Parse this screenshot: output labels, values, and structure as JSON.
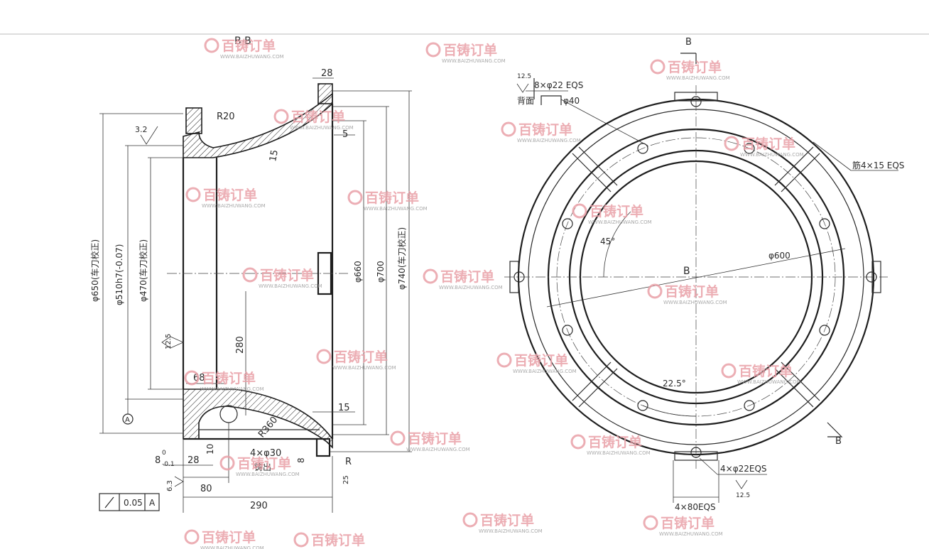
{
  "section": {
    "title": "B-B",
    "dims": {
      "top_width": "28",
      "fillet": "R20",
      "flange_gap": "5",
      "wall": "15",
      "rough_top": "3.2",
      "d650": "φ650(车刀校正)",
      "d510": "φ510h7(-0.07)",
      "d470": "φ470(车刀校正)",
      "d660": "φ660",
      "d700": "φ700",
      "d740": "φ740(车刀校正)",
      "h280": "280",
      "rough_side": "12.5",
      "w68": "68",
      "w15": "15",
      "arc": "R360",
      "holes": "4×φ30",
      "cast": "铸出",
      "w10": "10",
      "w8": "8",
      "flange_thk": "8",
      "flange_tol": "-0.1",
      "tol_zero": "0",
      "w28": "28",
      "r_small": "R",
      "rough_edge": "25",
      "rough_bottom": "6.3",
      "w80": "80",
      "w290": "290",
      "datum": "A",
      "runout_tol": "0.05",
      "runout_datum": "A"
    }
  },
  "plan": {
    "section_mark_top": "B",
    "section_mark_bottom": "B",
    "center_label": "B",
    "rough": "12.5",
    "holes_top": "8×φ22 EQS",
    "counterbore_label": "背面",
    "counterbore_dia": "φ40",
    "ribs": "筋4×15 EQS",
    "angle45": "45°",
    "dia600": "φ600",
    "angle22": "22.5°",
    "lugs_holes": "4×φ22EQS",
    "lugs_rough": "12.5",
    "lugs_width": "4×80EQS"
  },
  "watermark": {
    "brand": "百铸订单",
    "site": "WWW.BAIZHUWANG.COM",
    "color": "#e9a0a8"
  }
}
